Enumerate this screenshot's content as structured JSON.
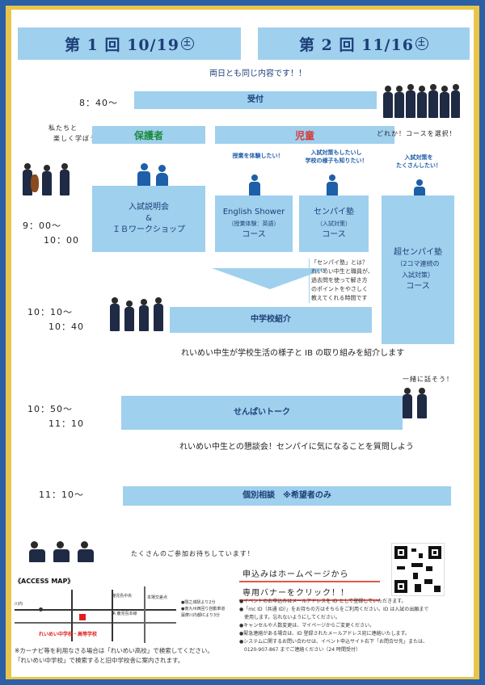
{
  "sessions": {
    "first": {
      "label": "第 1 回 10/19",
      "day": "土"
    },
    "second": {
      "label": "第 2 回 11/16",
      "day": "土"
    },
    "same_content": "両日とも同じ内容です！！"
  },
  "schedule": {
    "reception": {
      "time": "8：40～",
      "label": "受付"
    },
    "session_time": {
      "start": "9：00～",
      "end": "10：00"
    },
    "guardians": "保護者",
    "students": "児童",
    "choose_course": "どれか！コースを選択！",
    "fun_note": [
      "私たちと",
      "楽しく学ぼう！"
    ],
    "guardian_program": [
      "入試説明会",
      "&",
      "ＩＢワークショップ"
    ],
    "course_english": {
      "callout": "授業を体験したい！",
      "title": "English Shower",
      "sub": "（授業体験：英語）",
      "course": "コース"
    },
    "course_senpai": {
      "callout": [
        "入試対策もしたいし",
        "学校の様子も知りたい！"
      ],
      "title": "センパイ塾",
      "sub": "（入試対策）",
      "course": "コース"
    },
    "course_super": {
      "callout": [
        "入試対策を",
        "たくさんしたい！"
      ],
      "title": "超センパイ塾",
      "sub": [
        "（2コマ連続の",
        "入試対策）"
      ],
      "course": "コース"
    },
    "senpai_explain": [
      "「センパイ塾」とは？",
      "れいめい中生と職員が、",
      "過去問を使って解き方",
      "のポイントをやさしく",
      "教えてくれる時間です"
    ],
    "intro": {
      "start": "10：10～",
      "end": "10：40",
      "label": "中学校紹介",
      "desc": "れいめい中生が学校生活の様子と IB の取り組みを紹介します"
    },
    "together": "一緒に話そう！",
    "talk": {
      "start": "10：50～",
      "end": "11：10",
      "label": "せんぱいトーク",
      "desc": "れいめい中生との懇談会！センパイに気になることを質問しよう"
    },
    "consult": {
      "time": "11：10～",
      "label": "個別相談　※希望者のみ"
    }
  },
  "footer": {
    "waiting": "たくさんのご参加お待ちしています！",
    "apply": [
      "申込みはホームページから",
      "専用バナーをクリック！！"
    ],
    "access_title": "《ACCESS MAP》",
    "map_school": "れいめい中学校・高等学校",
    "map_labels": [
      "鹿児島中央",
      "JR 鹿児島本線",
      "本場交差点",
      "川内",
      "●隈之城駅より2分",
      "●南九州西回り自動車道",
      "薩摩川内都ICより3分"
    ],
    "navi_note": [
      "※カーナビ等を利用なさる場合は「れいめい高校」で検索してください。",
      "「れいめい中学校」で検索すると旧中学校舎に案内されます。"
    ],
    "notes": [
      "●イベントのお申込みはメールアドレスを ID として登録していただきます。",
      "●「mc ID（共通 ID）」をお持ちの方はそちらをご利用ください。ID は入試の出願まで",
      "　使用します。忘れないようにしてください。",
      "●キャンセルや人数変更は、マイページからご変更ください。",
      "●緊急連絡がある場合は、ID 登録されたメールアドレス宛に連絡いたします。",
      "●システムに関するお問い合わせは、イベント申込サイト右下「お問合せ先」または、",
      "　0120-907-867 までご連絡ください（24 時間受付）"
    ]
  }
}
